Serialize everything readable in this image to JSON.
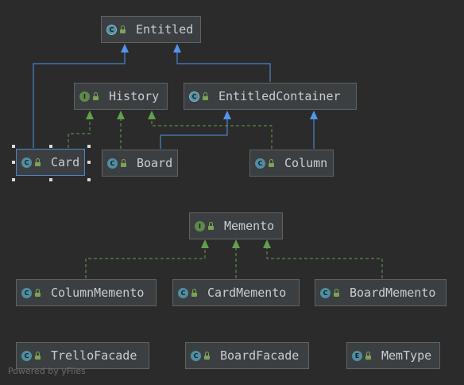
{
  "diagram": {
    "nodes": [
      {
        "id": "entitled",
        "label": "Entitled",
        "kind": "abstract",
        "kind_letter": "C"
      },
      {
        "id": "history",
        "label": "History",
        "kind": "interface",
        "kind_letter": "I"
      },
      {
        "id": "entitled_container",
        "label": "EntitledContainer",
        "kind": "abstract",
        "kind_letter": "C"
      },
      {
        "id": "card",
        "label": "Card",
        "kind": "class",
        "kind_letter": "C",
        "selected": true
      },
      {
        "id": "board",
        "label": "Board",
        "kind": "class",
        "kind_letter": "C"
      },
      {
        "id": "column",
        "label": "Column",
        "kind": "class",
        "kind_letter": "C"
      },
      {
        "id": "memento",
        "label": "Memento",
        "kind": "interface",
        "kind_letter": "I"
      },
      {
        "id": "column_memento",
        "label": "ColumnMemento",
        "kind": "class",
        "kind_letter": "C"
      },
      {
        "id": "card_memento",
        "label": "CardMemento",
        "kind": "class",
        "kind_letter": "C"
      },
      {
        "id": "board_memento",
        "label": "BoardMemento",
        "kind": "class",
        "kind_letter": "C"
      },
      {
        "id": "trello_facade",
        "label": "TrelloFacade",
        "kind": "class",
        "kind_letter": "C"
      },
      {
        "id": "board_facade",
        "label": "BoardFacade",
        "kind": "class",
        "kind_letter": "C"
      },
      {
        "id": "mem_type",
        "label": "MemType",
        "kind": "enum",
        "kind_letter": "E"
      }
    ],
    "edges": [
      {
        "from": "card",
        "to": "entitled",
        "relation": "extends"
      },
      {
        "from": "entitled_container",
        "to": "entitled",
        "relation": "extends"
      },
      {
        "from": "card",
        "to": "history",
        "relation": "implements"
      },
      {
        "from": "board",
        "to": "history",
        "relation": "implements"
      },
      {
        "from": "column",
        "to": "history",
        "relation": "implements"
      },
      {
        "from": "board",
        "to": "entitled_container",
        "relation": "extends"
      },
      {
        "from": "column",
        "to": "entitled_container",
        "relation": "extends"
      },
      {
        "from": "column_memento",
        "to": "memento",
        "relation": "implements"
      },
      {
        "from": "card_memento",
        "to": "memento",
        "relation": "implements"
      },
      {
        "from": "board_memento",
        "to": "memento",
        "relation": "implements"
      }
    ]
  },
  "colors": {
    "background": "#2b2b2b",
    "extends_edge": "#5394ec",
    "implements_edge": "#62a04a",
    "selection": "#4a88c7"
  },
  "watermark": "Powered by yFiles"
}
